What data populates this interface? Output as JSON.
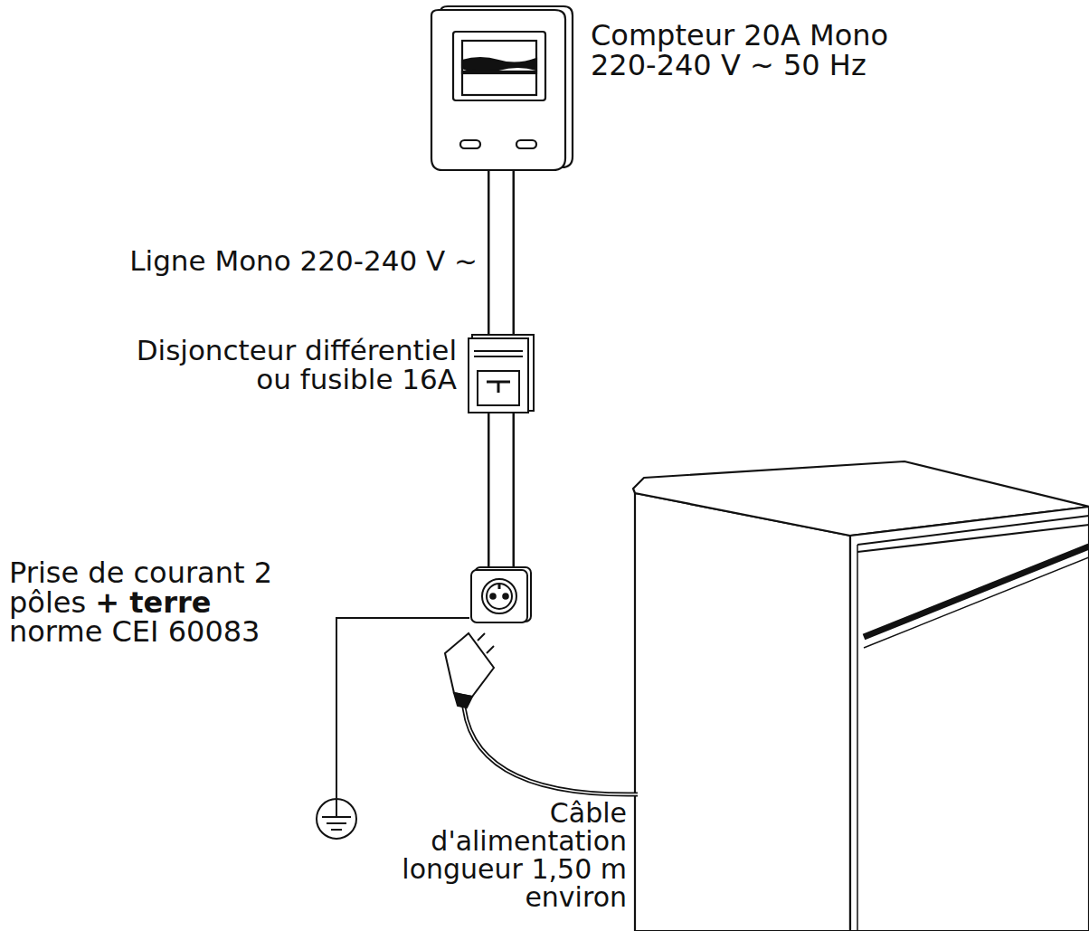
{
  "diagram": {
    "nodes": [
      {
        "text": [
          "Compteur 20A Mono 220-240 V ~ 50 Hz"
        ]
      },
      {
        "text": [
          "Disjoncteur différentiel ou fusible 16A"
        ]
      },
      {
        "text": [
          "Prise de courant 2 pôles",
          "+ terre",
          "norme CEI 60083"
        ]
      }
    ],
    "edges": [
      {
        "from": 0,
        "to": 1,
        "arrow": "none",
        "label": "Ligne Mono 220-240 V ~"
      },
      {
        "from": 1,
        "to": 2,
        "arrow": "none"
      }
    ],
    "labels": [
      "Câble d'alimentation longueur 1,50 m environ"
    ]
  }
}
